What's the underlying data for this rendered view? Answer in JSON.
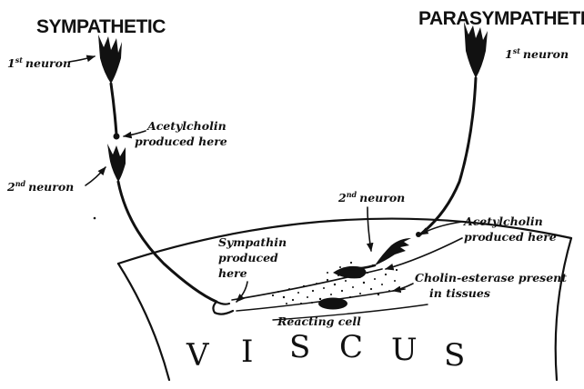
{
  "headings": {
    "sympathetic": "SYMPATHETIC",
    "parasympathetic": "PARASYMPATHETIC"
  },
  "labels": {
    "symp_first_neuron_ord": "1",
    "symp_first_neuron_sup": "st",
    "symp_first_neuron_word": "neuron",
    "symp_second_neuron_ord": "2",
    "symp_second_neuron_sup": "nd",
    "symp_second_neuron_word": "neuron",
    "symp_acetylcholin_line1": "Acetylcholin",
    "symp_acetylcholin_line2": "produced here",
    "para_first_neuron_ord": "1",
    "para_first_neuron_sup": "st",
    "para_first_neuron_word": "neuron",
    "para_second_neuron_ord": "2",
    "para_second_neuron_sup": "nd",
    "para_second_neuron_word": "neuron",
    "para_acetylcholin_line1": "Acetylcholin",
    "para_acetylcholin_line2": "produced here",
    "sympathin_line1": "Sympathin",
    "sympathin_line2": "produced",
    "sympathin_line3": "here",
    "cholinesterase_line1": "Cholin-esterase present",
    "cholinesterase_line2": "in tissues",
    "reacting_cell": "Reacting cell"
  },
  "viscus_letters": [
    "V",
    "I",
    "S",
    "C",
    "U",
    "S"
  ]
}
